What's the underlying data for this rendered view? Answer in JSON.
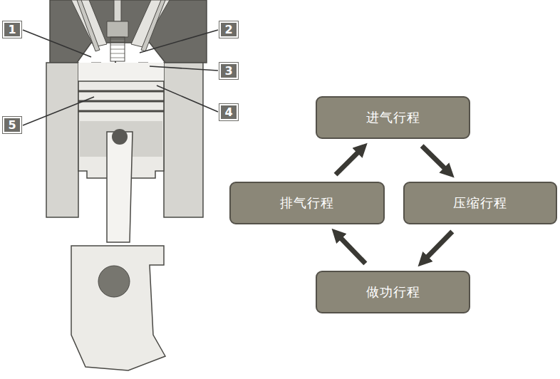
{
  "diagram": {
    "nodes": [
      {
        "text": [
          "进气行程"
        ]
      },
      {
        "text": [
          "排气行程"
        ]
      },
      {
        "text": [
          "压缩行程"
        ]
      },
      {
        "text": [
          "做功行程"
        ]
      }
    ],
    "edges": [
      {
        "from": 0,
        "to": 2,
        "arrow": "to"
      },
      {
        "from": 2,
        "to": 3,
        "arrow": "to"
      },
      {
        "from": 3,
        "to": 1,
        "arrow": "to"
      },
      {
        "from": 1,
        "to": 0,
        "arrow": "to"
      }
    ],
    "labels": [
      "1",
      "2",
      "3",
      "4",
      "5"
    ]
  }
}
